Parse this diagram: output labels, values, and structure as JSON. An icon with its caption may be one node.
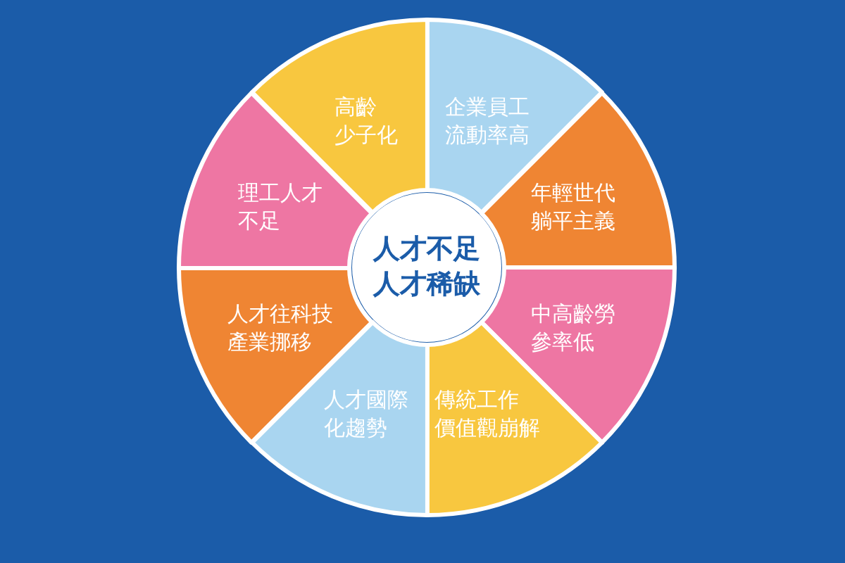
{
  "diagram": {
    "nodes": [
      {
        "text": [
          "人才不足人才稀缺"
        ]
      },
      {
        "text": [
          "企業員工流動率高"
        ]
      },
      {
        "text": [
          "年輕世代躺平主義"
        ]
      },
      {
        "text": [
          "中高齡勞參率低"
        ]
      },
      {
        "text": [
          "傳統工作價值觀崩解"
        ]
      },
      {
        "text": [
          "人才國際化趨勢"
        ]
      },
      {
        "text": [
          "人才往科技產業挪移"
        ]
      },
      {
        "text": [
          "理工人才不足"
        ]
      },
      {
        "text": [
          "高齡少子化"
        ]
      }
    ],
    "edges": []
  }
}
